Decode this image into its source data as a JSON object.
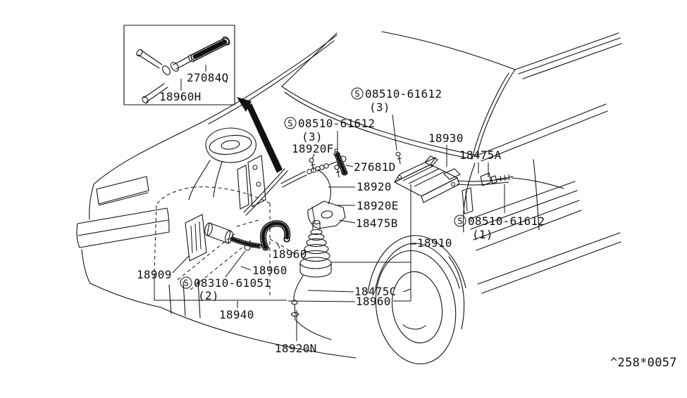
{
  "inset": {
    "labels": {
      "sleeve": "27084Q",
      "connector": "18960H"
    }
  },
  "callouts": [
    {
      "symbol": "S",
      "part": "08510-61612",
      "qty": "(3)"
    },
    {
      "symbol": "S",
      "part": "08510-61612",
      "qty": "(3)"
    },
    {
      "part": "18920F"
    },
    {
      "part": "18930"
    },
    {
      "part": "18475A"
    },
    {
      "part": "27681D"
    },
    {
      "part": "18920"
    },
    {
      "part": "18920E"
    },
    {
      "part": "18475B"
    },
    {
      "symbol": "S",
      "part": "08510-61612",
      "qty": "(1)"
    },
    {
      "part": "18910"
    },
    {
      "part": "18960"
    },
    {
      "part": "18960"
    },
    {
      "part": "18909"
    },
    {
      "symbol": "S",
      "part": "08310-61051",
      "qty": "(2)"
    },
    {
      "part": "18940"
    },
    {
      "part": "18475C"
    },
    {
      "part": "18960"
    },
    {
      "part": "18920N"
    }
  ],
  "footer": {
    "code": "^258*0057"
  }
}
